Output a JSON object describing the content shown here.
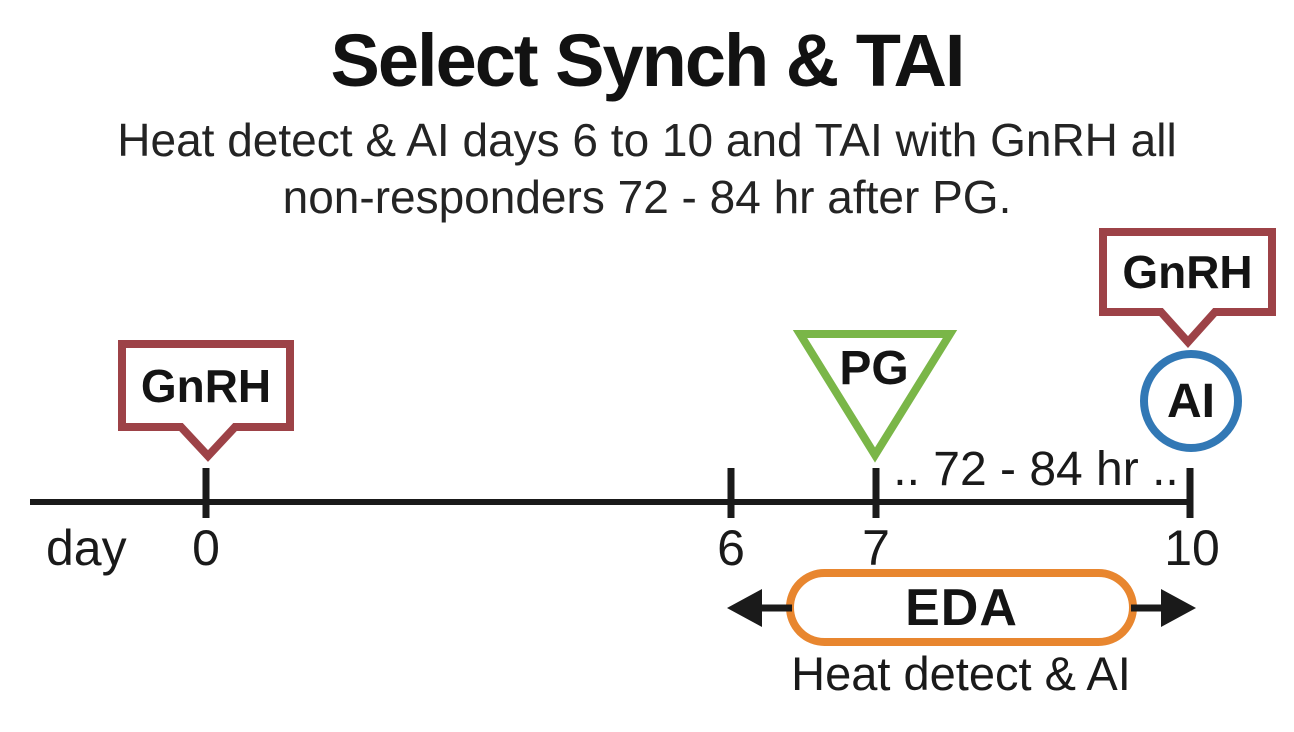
{
  "title": "Select Synch & TAI",
  "subtitle": {
    "line1": "Heat detect & AI days 6 to 10 and TAI with GnRH all",
    "line2": "non-responders 72 - 84 hr after PG."
  },
  "timeline": {
    "axis_label": "day",
    "ticks": [
      {
        "day": "0"
      },
      {
        "day": "6"
      },
      {
        "day": "7"
      },
      {
        "day": "10"
      }
    ],
    "interval_label": ".. 72 - 84 hr .."
  },
  "events": {
    "gnrh_day0": "GnRH",
    "pg_day7": "PG",
    "gnrh_day10": "GnRH",
    "ai_day10": "AI"
  },
  "eda": {
    "label": "EDA",
    "caption": "Heat detect & AI"
  },
  "colors": {
    "gnrh_callout": "#9d4247",
    "pg_triangle": "#7ab648",
    "ai_circle": "#3278b5",
    "eda_pill": "#e8862f",
    "ink": "#1a1a1a"
  }
}
